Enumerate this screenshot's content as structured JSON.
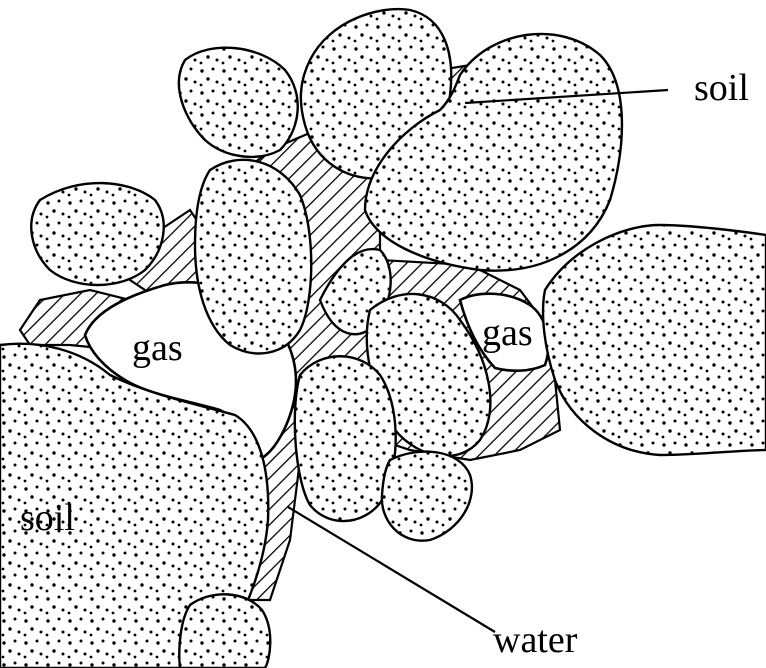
{
  "diagram": {
    "labels": {
      "soil_top_right": "soil",
      "soil_left": "soil",
      "gas_left": "gas",
      "gas_right": "gas",
      "water": "water"
    },
    "legend_meaning": {
      "soil": "dotted fill",
      "water": "diagonal hatch fill",
      "gas": "white fill"
    },
    "colors": {
      "ink": "#000000",
      "background": "#ffffff"
    }
  }
}
